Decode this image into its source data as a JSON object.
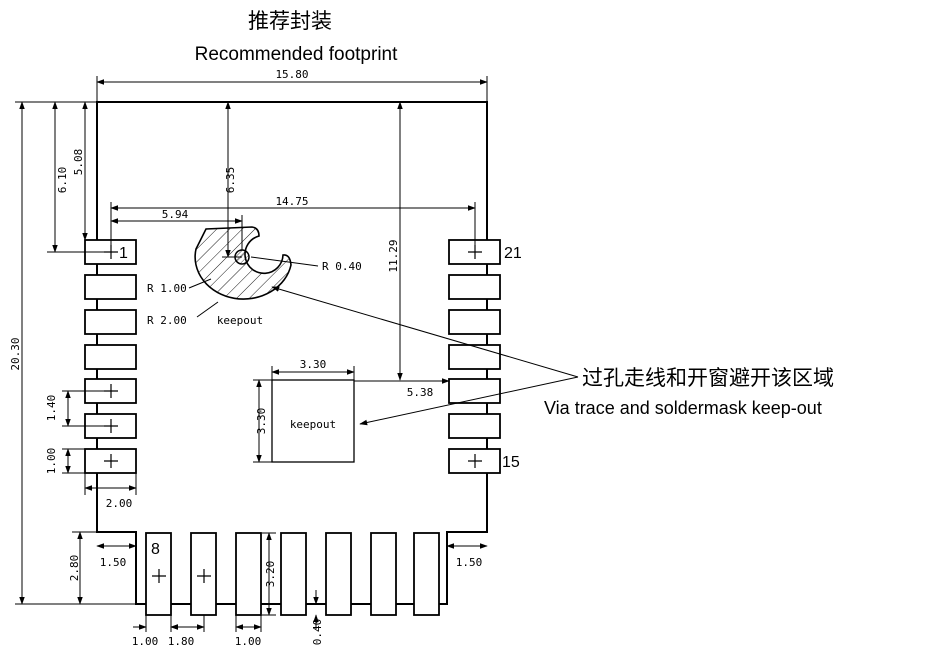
{
  "title_cn": "推荐封装",
  "title_en": "Recommended footprint",
  "dimensions": {
    "width_total": "15.80",
    "pad_span": "14.75",
    "left_offset": "5.94",
    "top_6_35": "6.35",
    "top_6_10": "6.10",
    "top_5_08": "5.08",
    "height_total": "20.30",
    "keepout_top": "11.29",
    "keepout_width": "3.30",
    "keepout_height": "3.30",
    "keepout_offset": "5.38",
    "pitch_side": "1.40",
    "pad_width_side": "1.00",
    "pad_length_side": "2.00",
    "corner_left": "1.50",
    "corner_right": "1.50",
    "bottom_height": "2.80",
    "bottom_pad_length": "3.20",
    "bottom_gap": "0.40",
    "bottom_pad_width": "1.00",
    "bottom_pitch": "1.80",
    "bottom_pad_width2": "1.00"
  },
  "radius_labels": {
    "r_small": "R 0.40",
    "r_inner": "R 1.00",
    "r_outer": "R 2.00"
  },
  "keepout_label_arc": "keepout",
  "keepout_label_square": "keepout",
  "pin_labels": {
    "pin1": "1",
    "pin8": "8",
    "pin15": "15",
    "pin21": "21"
  },
  "annotation_cn": "过孔走线和开窗避开该区域",
  "annotation_en": "Via trace and soldermask keep-out"
}
